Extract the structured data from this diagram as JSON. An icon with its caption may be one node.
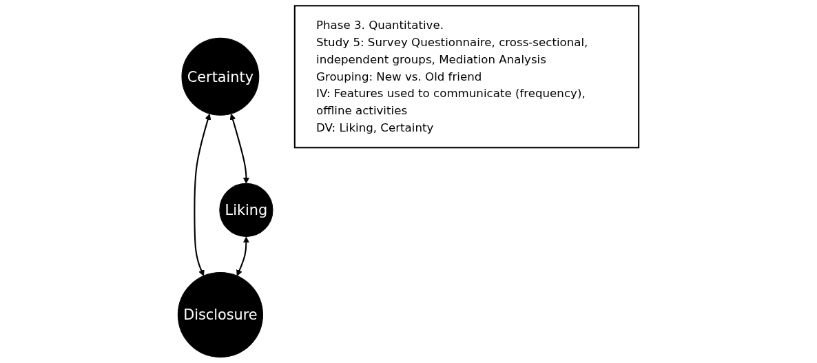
{
  "diagram": {
    "nodes": [
      {
        "text": [
          "Certainty"
        ]
      },
      {
        "text": [
          "Liking"
        ]
      },
      {
        "text": [
          "Disclosure"
        ]
      },
      {
        "text": [
          "Phase 3. Quantitative.",
          "Study 5: Survey Questionnaire, cross-sectional, independent groups, Mediation Analysis",
          "Grouping: New vs. Old friend",
          "IV: Features used to communicate (frequency), offline activities",
          "DV: Liking, Certainty"
        ]
      }
    ],
    "edges": [
      {
        "from": 0,
        "to": 1,
        "arrow": "both"
      },
      {
        "from": 0,
        "to": 2,
        "arrow": "both"
      },
      {
        "from": 1,
        "to": 2,
        "arrow": "both"
      }
    ]
  }
}
